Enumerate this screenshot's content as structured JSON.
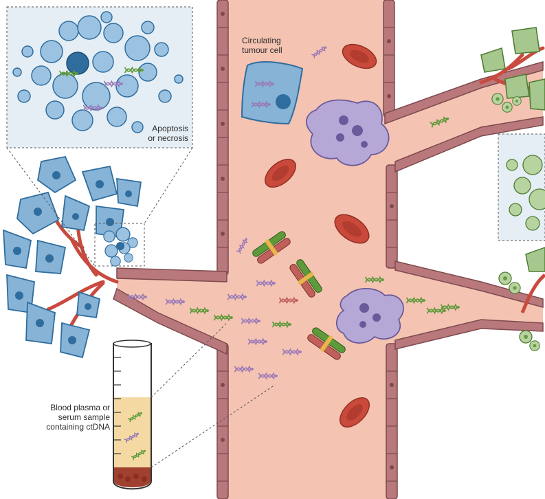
{
  "labels": {
    "circulating_line1": "Circulating",
    "circulating_line2": "tumour cell",
    "apoptosis_line1": "Apoptosis",
    "apoptosis_line2": "or necrosis",
    "sample_line1": "Blood plasma or",
    "sample_line2": "serum sample",
    "sample_line3": "containing ctDNA"
  },
  "colors": {
    "vessel_lumen": "#f4c3b2",
    "vessel_wall": "#b9787b",
    "vessel_wall_dark": "#7d4a4d",
    "red_blood_cell": "#c9493a",
    "tumour_cell_blue": "#86b3d6",
    "tumour_nucleus": "#2f6d9e",
    "metastasis_green": "#a6c88e",
    "immune_cell": "#b6a8d6",
    "plasma_yellow": "#f5d9a3",
    "inset_blue_bg": "#e5eef4",
    "dna_green": "#5e9a3a",
    "dna_purple": "#9a7ab8",
    "dna_red": "#c0605a"
  },
  "icons": {
    "circulating_tumour_cell": "circulating-tumour-cell-icon",
    "red_blood_cell": "red-blood-cell-icon",
    "white_blood_cell": "white-blood-cell-icon",
    "chromosome": "chromosome-icon",
    "ctdna_fragment": "ctdna-fragment-icon",
    "blood_tube": "blood-collection-tube-icon"
  }
}
